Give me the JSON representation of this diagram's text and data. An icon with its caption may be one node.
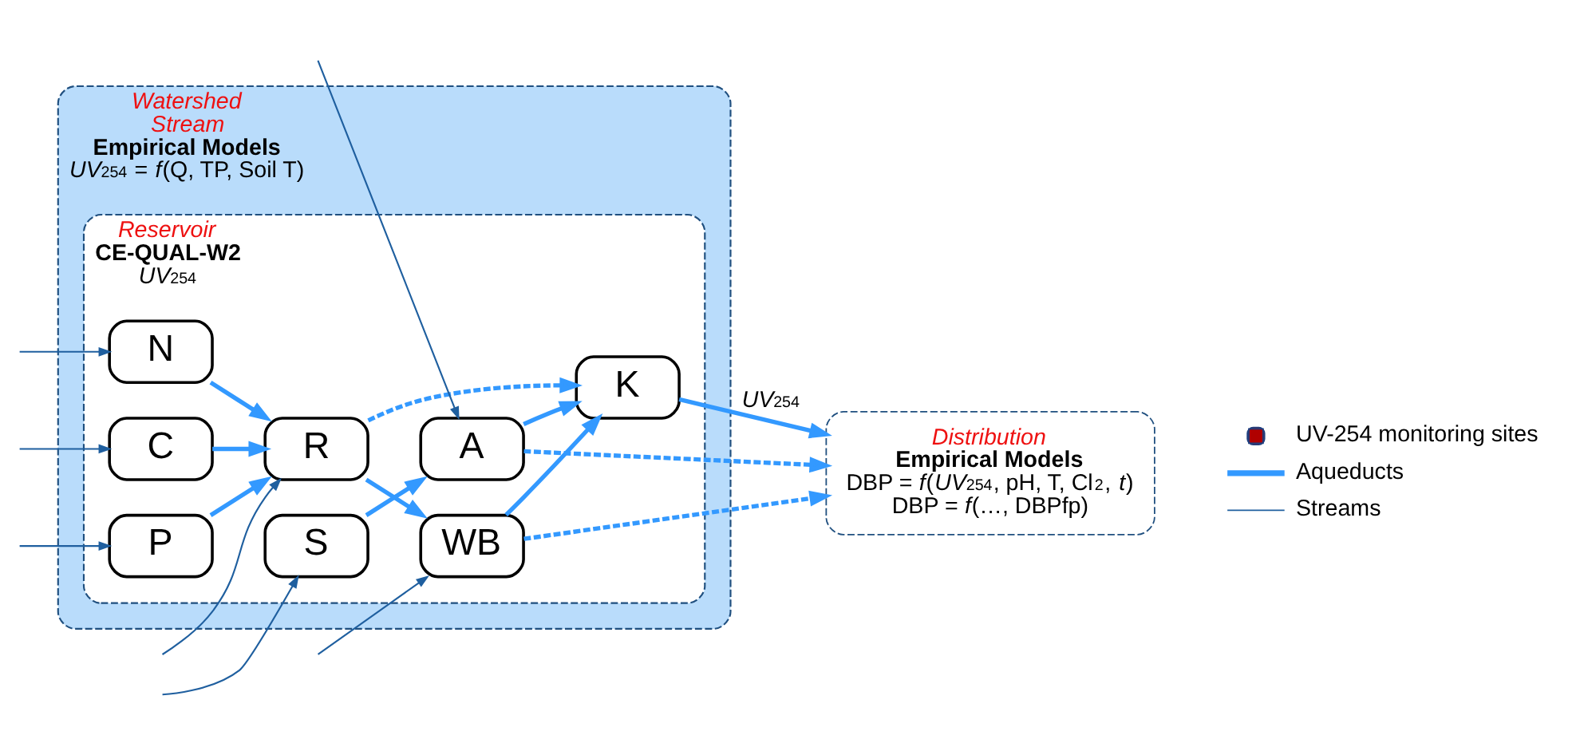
{
  "diagram": {
    "nodes": [
      {
        "text": [
          "Watershed",
          "Stream",
          "**Empirical Models**",
          "*UV*$_{254}$ = *f*(Q, TP, Soil T)"
        ]
      },
      {
        "text": [
          "Reservoir",
          "**CE-QUAL-W2**",
          "*UV*$_{254}$"
        ],
        "in": 0
      },
      {
        "text": [
          "C"
        ],
        "in": 1
      },
      {
        "text": [
          "P"
        ],
        "in": 1
      },
      {
        "text": [
          "N"
        ],
        "in": 1
      },
      {
        "text": [
          "R"
        ],
        "in": 1
      },
      {
        "text": [
          "S"
        ],
        "in": 1
      },
      {
        "text": [
          "A"
        ],
        "in": 1
      },
      {
        "text": [
          "WB"
        ],
        "in": 1
      },
      {
        "text": [
          "K"
        ],
        "in": 1
      },
      {
        "text": [
          "Distribution",
          "**Empirical Models**",
          "DBP = *f*(*UV*$_{254}$, pH, T, Cl$_{2}$, *t*)",
          "DBP = *f*(…, DBPfp)"
        ]
      }
    ],
    "edges": [
      {
        "from": null,
        "to": 2,
        "arrow": "to",
        "color": "#1f5f9f"
      },
      {
        "from": null,
        "to": 3,
        "arrow": "to",
        "color": "#1f5f9f"
      },
      {
        "from": null,
        "to": 4,
        "arrow": "to",
        "color": "#1f5f9f"
      },
      {
        "from": null,
        "to": 5,
        "arrow": "to",
        "color": "#1f5f9f"
      },
      {
        "from": null,
        "to": 6,
        "arrow": "to",
        "color": "#1f5f9f"
      },
      {
        "from": null,
        "to": 7,
        "arrow": "to",
        "color": "#1f5f9f"
      },
      {
        "from": null,
        "to": 8,
        "arrow": "to",
        "color": "#1f5f9f"
      },
      {
        "from": 2,
        "to": 5,
        "arrow": "to"
      },
      {
        "from": 3,
        "to": 5,
        "arrow": "to"
      },
      {
        "from": 4,
        "to": 5,
        "arrow": "to"
      },
      {
        "from": 5,
        "to": 8,
        "arrow": "to"
      },
      {
        "from": 5,
        "to": 9,
        "arrow": "to",
        "style": "dashed"
      },
      {
        "from": 6,
        "to": 7,
        "arrow": "to"
      },
      {
        "from": 7,
        "to": 9,
        "arrow": "to"
      },
      {
        "from": 8,
        "to": 9,
        "arrow": "to"
      },
      {
        "from": 8,
        "to": 10,
        "arrow": "to",
        "style": "dashed"
      },
      {
        "from": 7,
        "to": 10,
        "arrow": "to",
        "style": "dashed"
      },
      {
        "from": 9,
        "to": 10,
        "arrow": "to",
        "label": "*UV*$_{254}$"
      }
    ],
    "legend": [
      {
        "text": "UV-254 monitoring sites"
      },
      {
        "text": "Aqueducts"
      },
      {
        "text": "Streams"
      }
    ]
  }
}
